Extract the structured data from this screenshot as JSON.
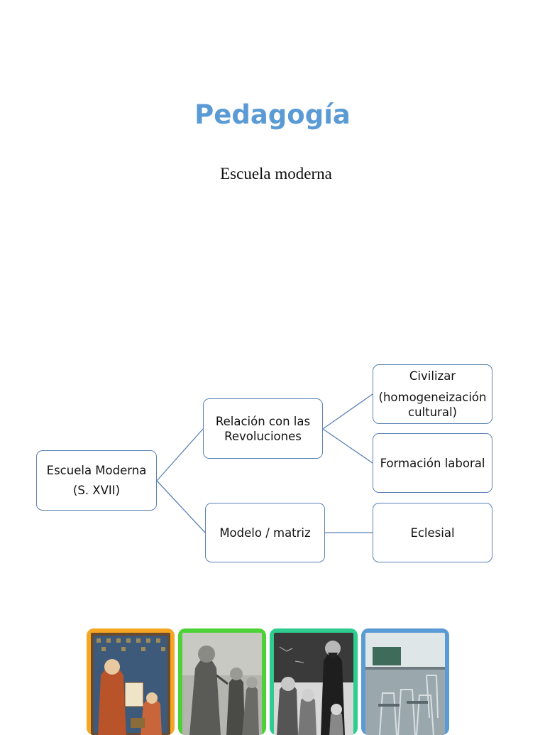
{
  "slide": {
    "title": "Pedagogía",
    "subtitle": "Escuela moderna"
  },
  "diagram": {
    "root": {
      "line1": "Escuela Moderna",
      "line2": "(S. XVII)"
    },
    "relacion": {
      "line1": "Relación con las",
      "line2": "Revoluciones"
    },
    "civilizar": {
      "line1": "Civilizar",
      "line2": "(homogeneización",
      "line3": "cultural)"
    },
    "formacion": {
      "line1": "Formación laboral"
    },
    "modelo": {
      "line1": "Modelo / matriz"
    },
    "eclesial": {
      "line1": "Eclesial"
    }
  },
  "photos": [
    {
      "subject": "medieval-monks-illumination",
      "frame_color": "#f5a623"
    },
    {
      "subject": "vintage-classroom-engraving",
      "frame_color": "#4cd137"
    },
    {
      "subject": "teacher-with-children-bw",
      "frame_color": "#2ecc8f"
    },
    {
      "subject": "empty-classroom-chairs",
      "frame_color": "#5b9bd5"
    }
  ],
  "colors": {
    "title": "#5b9bd5",
    "node_border": "#5b82b5"
  }
}
